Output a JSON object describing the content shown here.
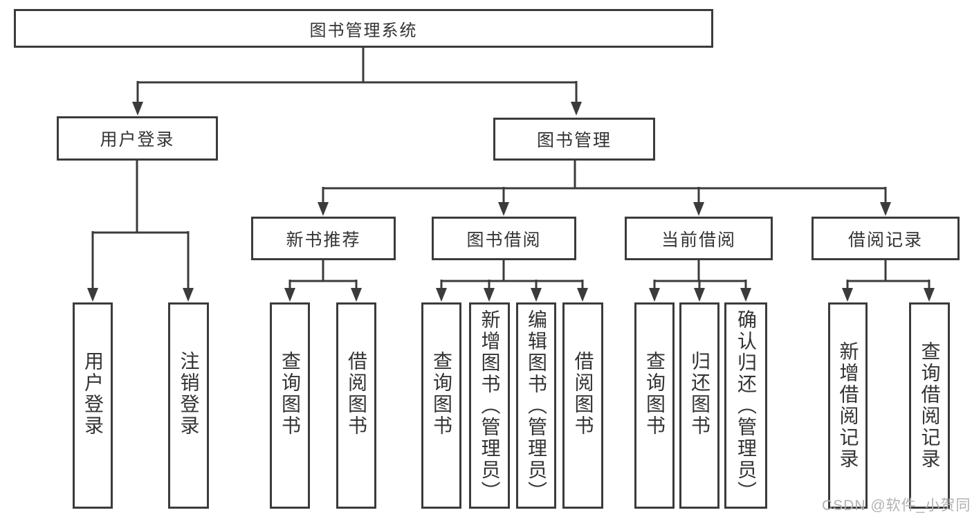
{
  "diagram": {
    "title": "图书管理系统",
    "branches": [
      {
        "label": "用户登录",
        "children": [
          "用户登录",
          "注销登录"
        ]
      },
      {
        "label": "图书管理",
        "children": [
          {
            "label": "新书推荐",
            "children": [
              "查询图书",
              "借阅图书"
            ]
          },
          {
            "label": "图书借阅",
            "children": [
              "查询图书",
              "新增图书（管理员）",
              "编辑图书（管理员）",
              "借阅图书"
            ]
          },
          {
            "label": "当前借阅",
            "children": [
              "查询图书",
              "归还图书",
              "确认归还（管理员）"
            ]
          },
          {
            "label": "借阅记录",
            "children": [
              "新增借阅记录",
              "查询借阅记录"
            ]
          }
        ]
      }
    ]
  },
  "watermark": "CSDN @软件_小贺同学",
  "colors": {
    "line": "#3b3b3b",
    "text": "#333333",
    "watermark": "#b2b2b2",
    "background": "#ffffff"
  }
}
